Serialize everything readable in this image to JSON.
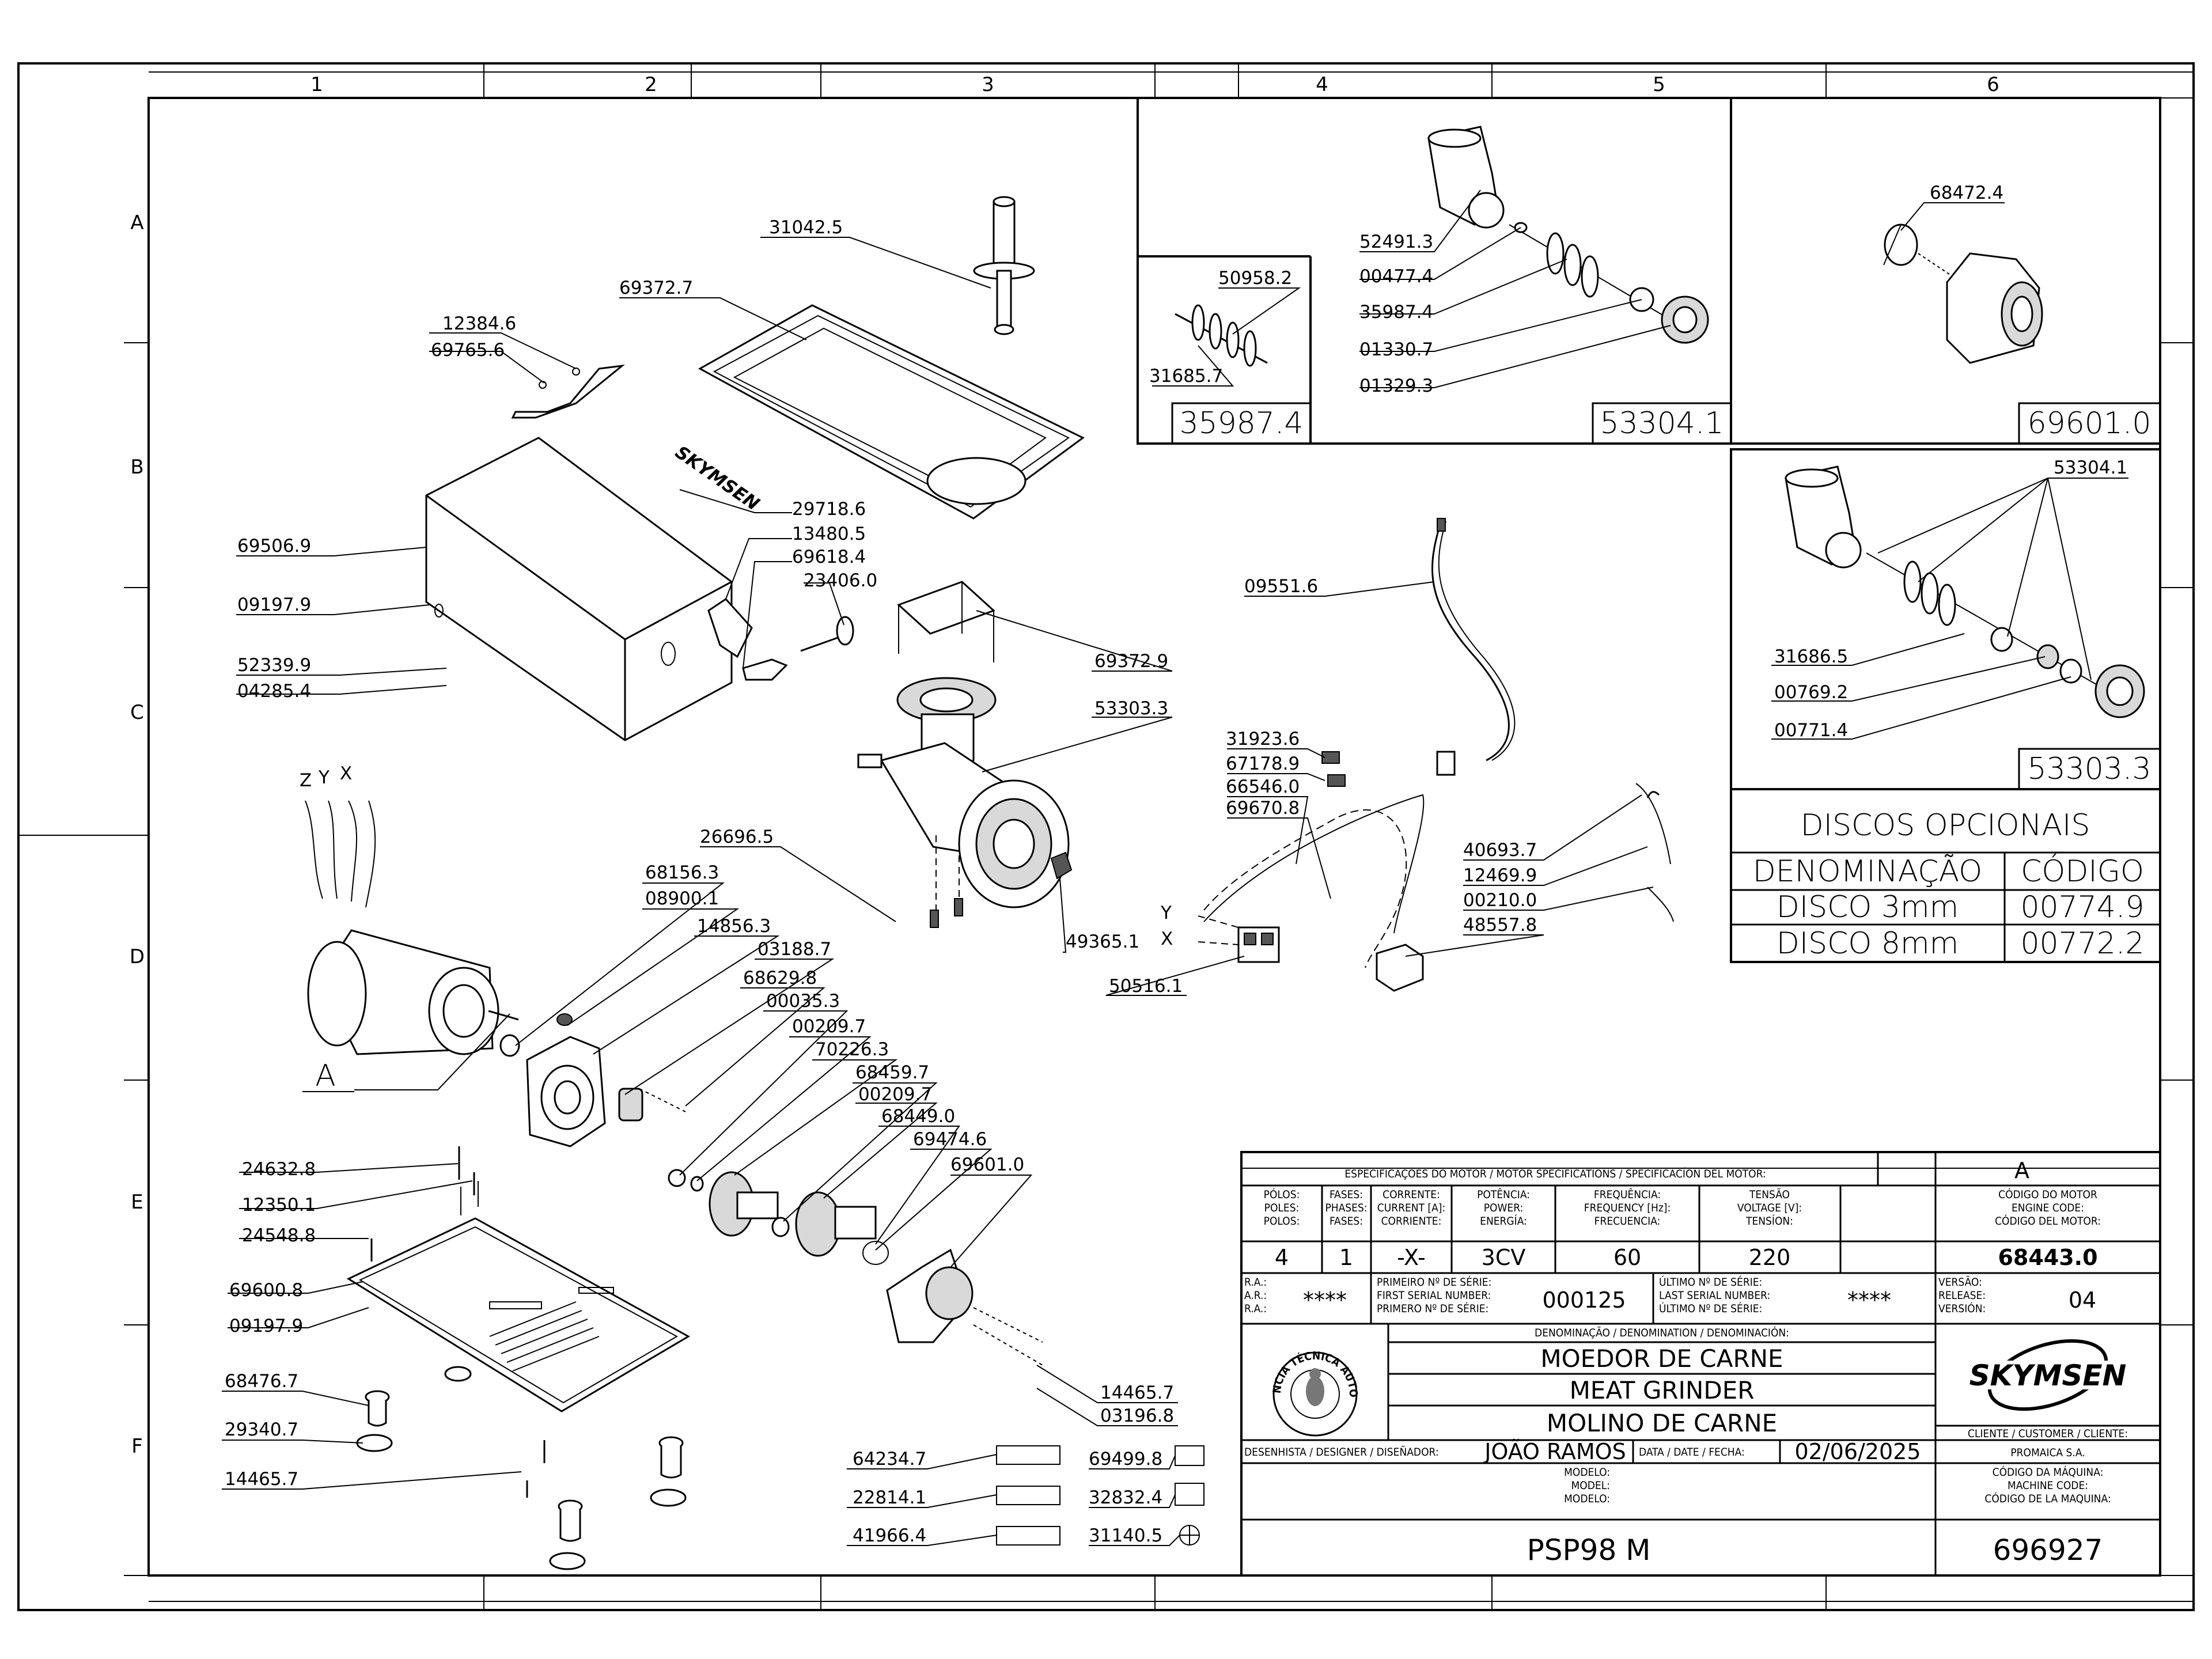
{
  "grid": {
    "columns": [
      "1",
      "2",
      "3",
      "4",
      "5",
      "6"
    ],
    "rows": [
      "A",
      "B",
      "C",
      "D",
      "E",
      "F"
    ]
  },
  "part_labels": {
    "p31042_5": "31042.5",
    "p69372_7": "69372.7",
    "p12384_6": "12384.6",
    "p69765_6": "69765.6",
    "p29718_6": "29718.6",
    "p13480_5": "13480.5",
    "p69618_4": "69618.4",
    "p23406_0": "23406.0",
    "p69506_9": "69506.9",
    "p09197_9a": "09197.9",
    "p52339_9": "52339.9",
    "p04285_4": "04285.4",
    "p69372_9": "69372.9",
    "p53303_3a": "53303.3",
    "p26696_5": "26696.5",
    "p49365_1": "49365.1",
    "p68156_3": "68156.3",
    "p08900_1": "08900.1",
    "p14856_3": "14856.3",
    "p03188_7": "03188.7",
    "p68629_8": "68629.8",
    "p00035_3": "00035.3",
    "p00209_7a": "00209.7",
    "p70226_3": "70226.3",
    "p68459_7": "68459.7",
    "p00209_7b": "00209.7",
    "p68449_0": "68449.0",
    "p69474_6": "69474.6",
    "p69601_0a": "69601.0",
    "p24632_8": "24632.8",
    "p12350_1": "12350.1",
    "p24548_8": "24548.8",
    "p69600_8": "69600.8",
    "p09197_9b": "09197.9",
    "p68476_7": "68476.7",
    "p29340_7": "29340.7",
    "p14465_7a": "14465.7",
    "p14465_7b": "14465.7",
    "p03196_8": "03196.8",
    "p64234_7": "64234.7",
    "p22814_1": "22814.1",
    "p41966_4": "41966.4",
    "p69499_8": "69499.8",
    "p32832_4": "32832.4",
    "p31140_5": "31140.5",
    "p09551_6": "09551.6",
    "p31923_6": "31923.6",
    "p67178_9": "67178.9",
    "p66546_0": "66546.0",
    "p69670_8": "69670.8",
    "p40693_7": "40693.7",
    "p12469_9": "12469.9",
    "p00210_0": "00210.0",
    "p48557_8": "48557.8",
    "p50516_1": "50516.1",
    "p50958_2": "50958.2",
    "p31685_7": "31685.7",
    "p52491_3": "52491.3",
    "p00477_4": "00477.4",
    "p35987_4": "35987.4",
    "p01330_7": "01330.7",
    "p01329_3": "01329.3",
    "p68472_4": "68472.4",
    "p53304_1": "53304.1",
    "p31686_5": "31686.5",
    "p00769_2": "00769.2",
    "p00771_4": "00771.4"
  },
  "wire_letters": {
    "z": "Z",
    "y": "Y",
    "x": "X",
    "y2": "Y",
    "x2": "X"
  },
  "detail_a_label": "A",
  "detail_boxes": {
    "box1": "35987.4",
    "box2": "53304.1",
    "box3": "69601.0",
    "box4": "53303.3"
  },
  "discos": {
    "title": "DISCOS OPCIONAIS",
    "header": [
      "DENOMINAÇÃO",
      "CÓDIGO"
    ],
    "rows": [
      [
        "DISCO 3mm",
        "00774.9"
      ],
      [
        "DISCO 8mm",
        "00772.2"
      ]
    ]
  },
  "title_block": {
    "motor_spec_title": "ESPECIFICAÇÕES DO MOTOR / MOTOR SPECIFICATIONS / SPECIFICACÍON DEL MOTOR:",
    "revision_letter": "A",
    "col_heads": {
      "polos": [
        "PÓLOS:",
        "POLES:",
        "POLOS:"
      ],
      "fases": [
        "FASES:",
        "PHASES:",
        "FASES:"
      ],
      "corrente": [
        "CORRENTE:",
        "CURRENT [A]:",
        "CORRIENTE:"
      ],
      "potencia": [
        "POTÊNCIA:",
        "POWER:",
        "ENERGÍA:"
      ],
      "frequencia": [
        "FREQUÊNCIA:",
        "FREQUENCY [Hz]:",
        "FRECUENCIA:"
      ],
      "tensao": [
        "TENSÃO",
        "VOLTAGE [V]:",
        "TENSÍON:"
      ],
      "codigo_motor": [
        "CÓDIGO DO MOTOR",
        "ENGINE CODE:",
        "CÓDIGO DEL MOTOR:"
      ]
    },
    "values": {
      "polos": "4",
      "fases": "1",
      "corrente": "-X-",
      "potencia": "3CV",
      "frequencia": "60",
      "tensao": "220",
      "codigo_motor": "68443.0"
    },
    "ra_labels": [
      "R.A.:",
      "A.R.:",
      "R.A.:"
    ],
    "ra_value": "****",
    "first_serial_labels": [
      "PRIMEIRO Nº DE SÉRIE:",
      "FIRST SERIAL NUMBER:",
      "PRIMERO Nº DE SÉRIE:"
    ],
    "first_serial": "000125",
    "last_serial_labels": [
      "ÚLTIMO Nº DE SÉRIE:",
      "LAST SERIAL NUMBER:",
      "ÚLTIMO Nº DE SÉRIE:"
    ],
    "last_serial": "****",
    "version_labels": [
      "VERSÃO:",
      "RELEASE:",
      "VERSIÓN:"
    ],
    "version": "04",
    "denomination_label": "DENOMINAÇÃO / DENOMINATION / DENOMINACIÓN:",
    "names": [
      "MOEDOR DE CARNE",
      "MEAT GRINDER",
      "MOLINO DE CARNE"
    ],
    "brand": "SKYMSEN",
    "seal_text": "ASSISTÊNCIA TÉCNICA AUTORIZADA",
    "client_label": "CLIENTE / CUSTOMER / CLIENTE:",
    "client": "PROMAICA S.A.",
    "designer_label": "DESENHISTA / DESIGNER / DISEÑADOR:",
    "designer": "JOÃO RAMOS",
    "date_label": "DATA / DATE / FECHA:",
    "date": "02/06/2025",
    "model_labels": [
      "MODELO:",
      "MODEL:",
      "MODELO:"
    ],
    "machine_code_labels": [
      "CÓDIGO DA MÁQUINA:",
      "MACHINE CODE:",
      "CÓDIGO DE LA MAQUINA:"
    ],
    "model": "PSP98 M",
    "machine_code": "696927"
  }
}
